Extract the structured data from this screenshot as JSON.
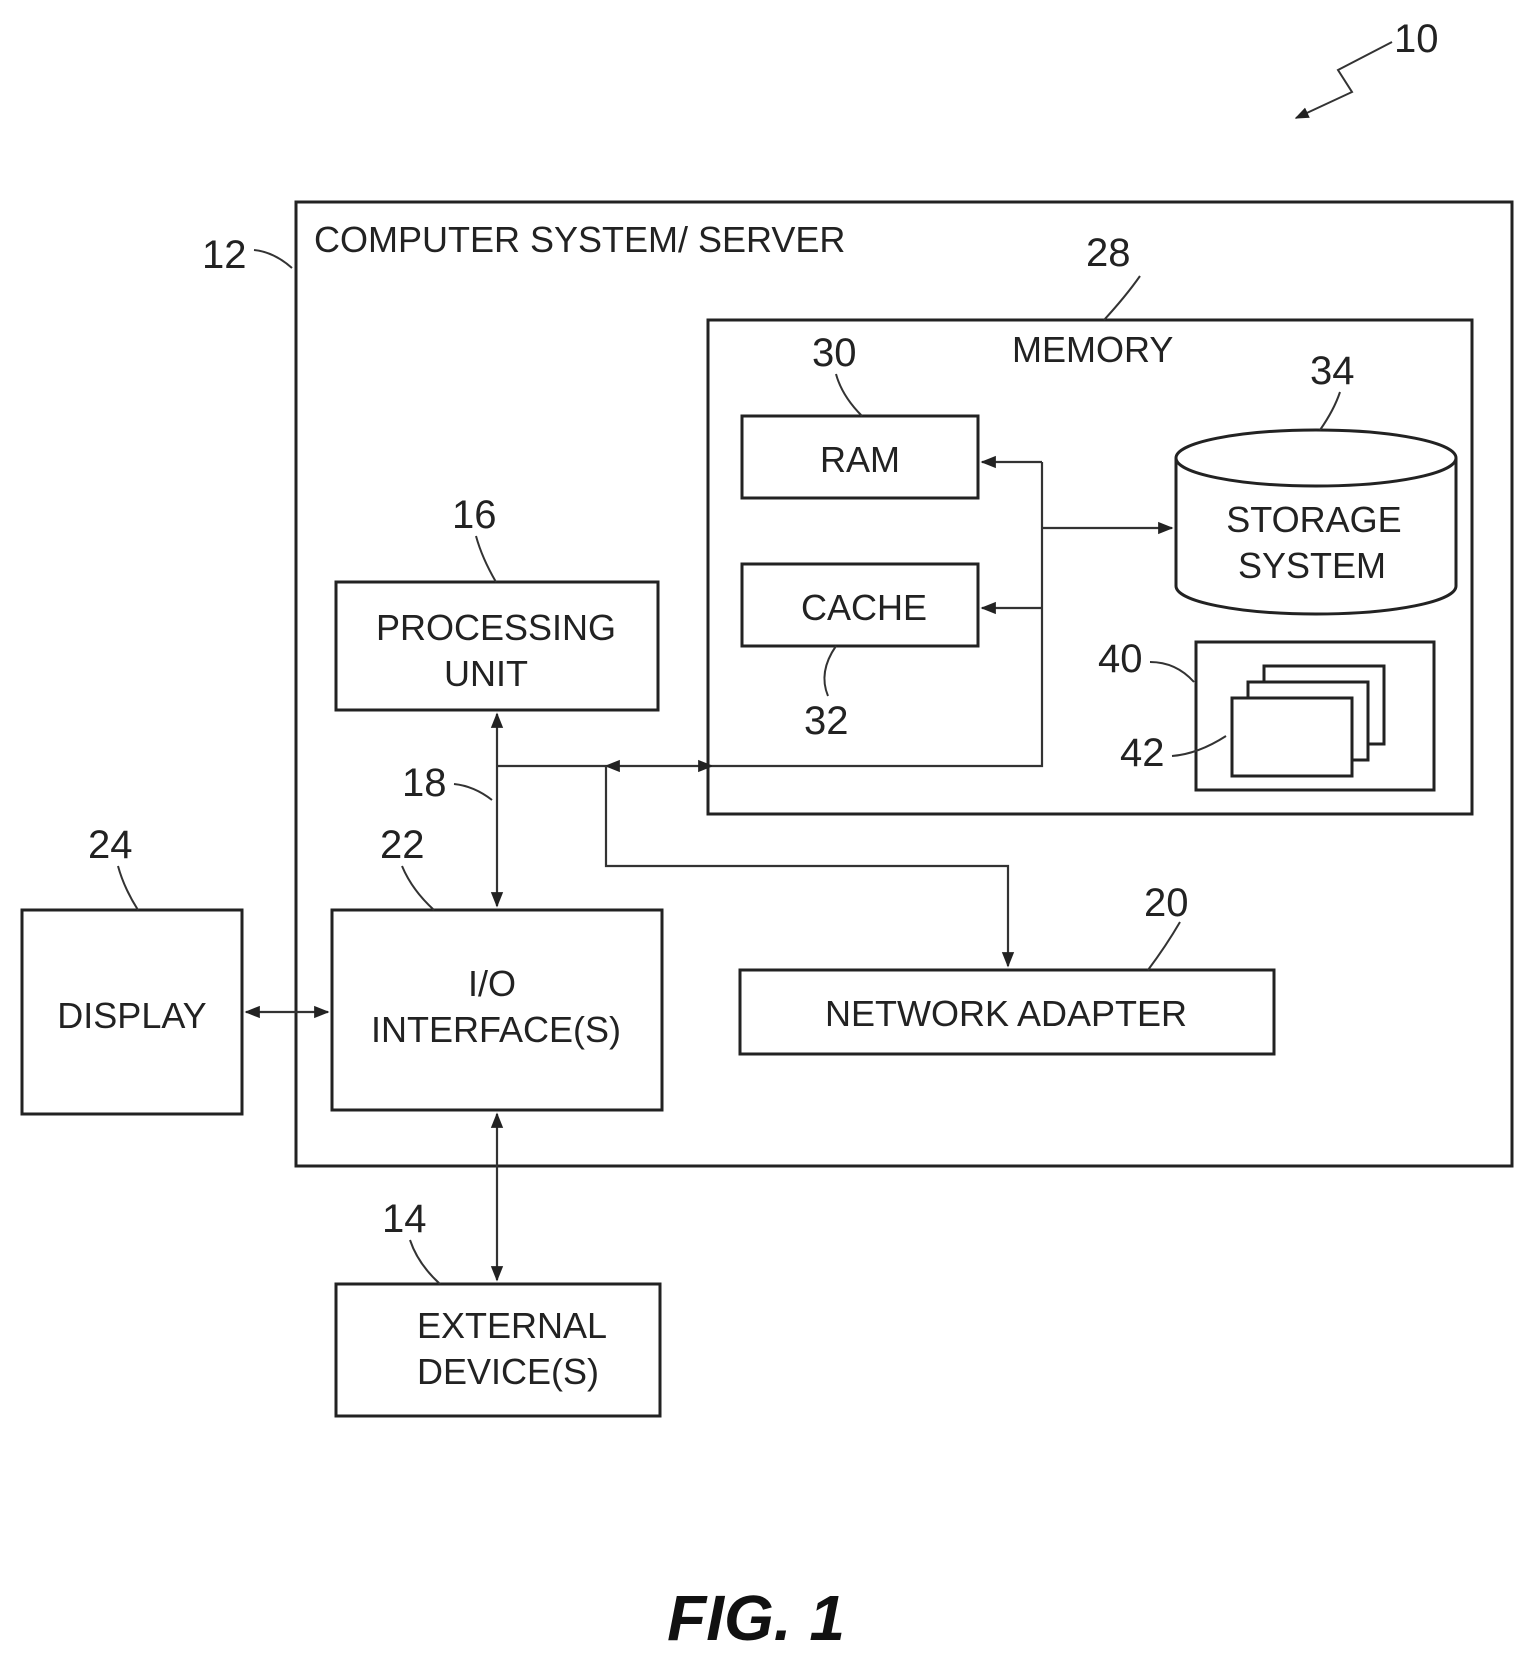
{
  "system_ref": "10",
  "server": {
    "ref": "12",
    "label": "COMPUTER SYSTEM/ SERVER"
  },
  "memory": {
    "ref": "28",
    "label": "MEMORY"
  },
  "ram": {
    "ref": "30",
    "label": "RAM"
  },
  "cache": {
    "ref": "32",
    "label": "CACHE"
  },
  "storage": {
    "ref": "34",
    "label_line1": "STORAGE",
    "label_line2": "SYSTEM"
  },
  "program_group": {
    "ref": "40"
  },
  "program_module": {
    "ref": "42"
  },
  "processing_unit": {
    "ref": "16",
    "label_line1": "PROCESSING",
    "label_line2": "UNIT"
  },
  "bus": {
    "ref": "18"
  },
  "io_interface": {
    "ref": "22",
    "label_line1": "I/O",
    "label_line2": "INTERFACE(S)"
  },
  "network_adapter": {
    "ref": "20",
    "label": "NETWORK ADAPTER"
  },
  "display": {
    "ref": "24",
    "label": "DISPLAY"
  },
  "external_devices": {
    "ref": "14",
    "label_line1": "EXTERNAL",
    "label_line2": "DEVICE(S)"
  },
  "figure_caption": "FIG. 1"
}
